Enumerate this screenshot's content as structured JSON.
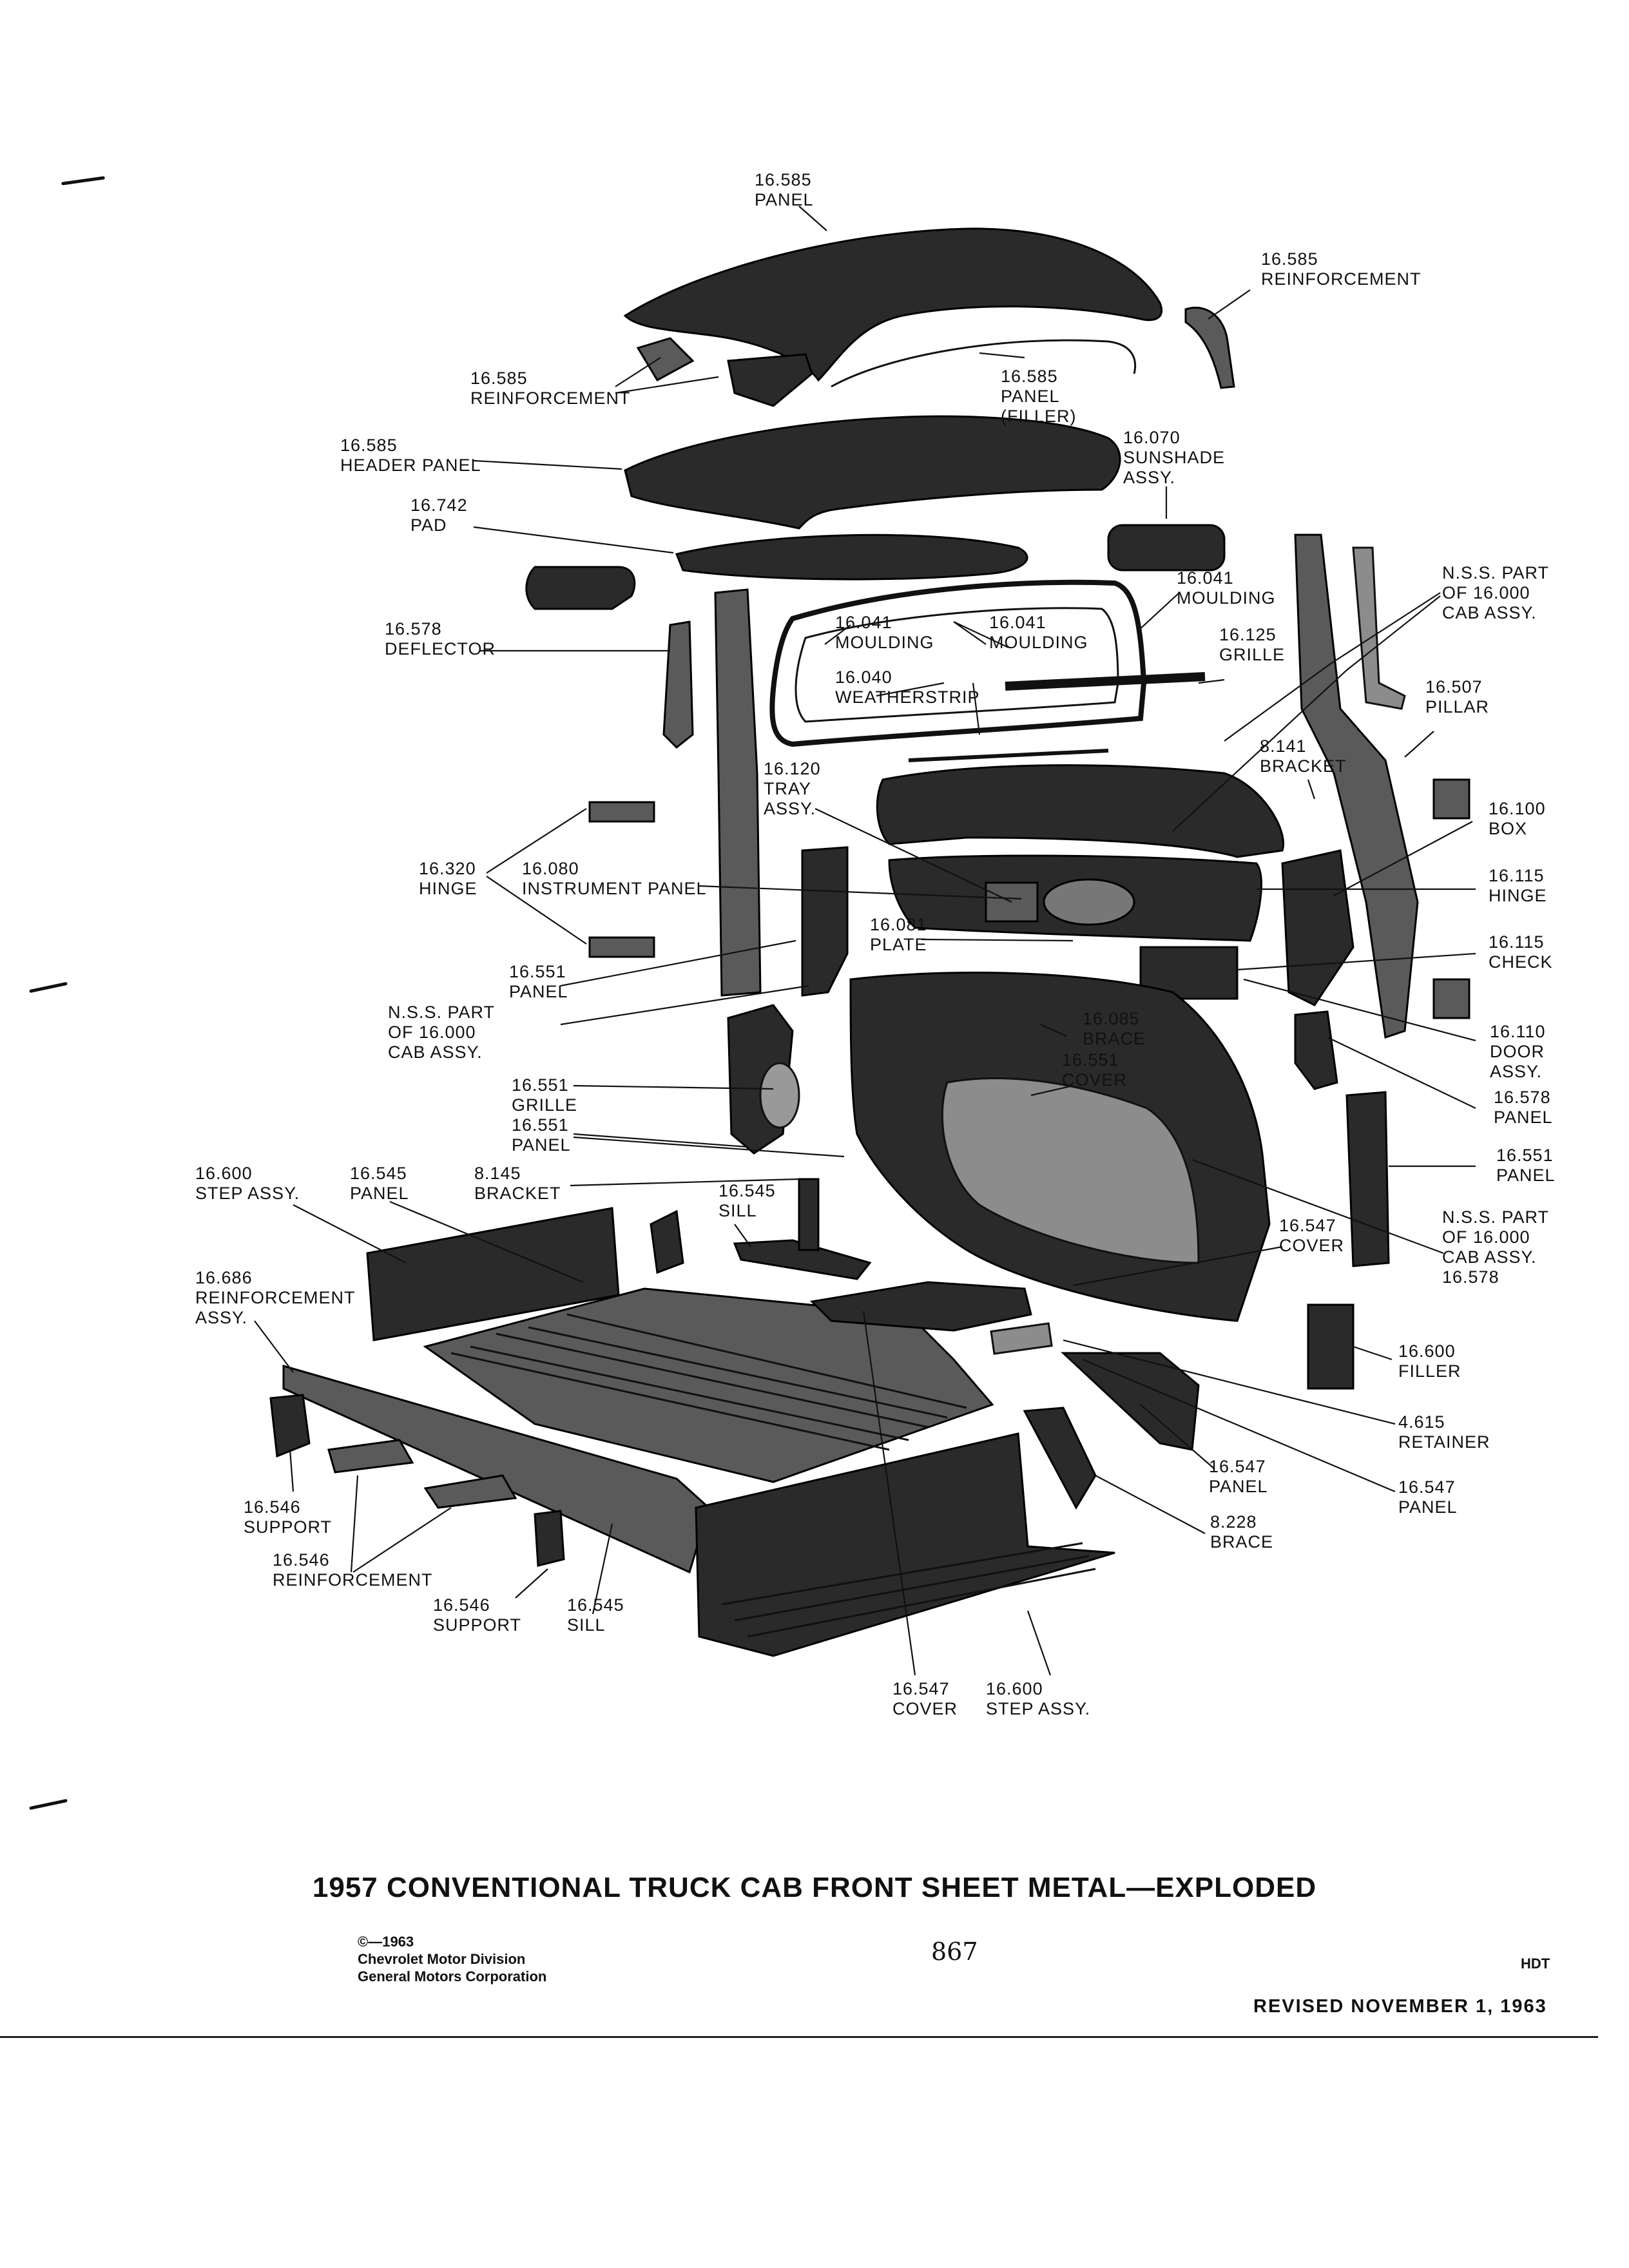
{
  "title": "1957 CONVENTIONAL TRUCK CAB FRONT SHEET METAL—EXPLODED",
  "copyright_lines": [
    "©—1963",
    "Chevrolet Motor Division",
    "General Motors Corporation"
  ],
  "page_number": "867",
  "code": "HDT",
  "revised": "REVISED NOVEMBER 1, 1963",
  "callouts": [
    {
      "id": "roof-panel",
      "lines": [
        "16.585",
        "PANEL"
      ]
    },
    {
      "id": "roof-reinforcement-right",
      "lines": [
        "16.585",
        "REINFORCEMENT"
      ]
    },
    {
      "id": "roof-reinforcement-left",
      "lines": [
        "16.585",
        "REINFORCEMENT"
      ]
    },
    {
      "id": "panel-filler",
      "lines": [
        "16.585",
        "PANEL",
        "(FILLER)"
      ]
    },
    {
      "id": "header-panel",
      "lines": [
        "16.585",
        "HEADER PANEL"
      ]
    },
    {
      "id": "sunshade",
      "lines": [
        "16.070",
        "SUNSHADE",
        "ASSY."
      ]
    },
    {
      "id": "pad",
      "lines": [
        "16.742",
        "PAD"
      ]
    },
    {
      "id": "nss-top",
      "lines": [
        "N.S.S. PART",
        "OF 16.000",
        "CAB ASSY."
      ]
    },
    {
      "id": "moulding-right",
      "lines": [
        "16.041",
        "MOULDING"
      ]
    },
    {
      "id": "deflector",
      "lines": [
        "16.578",
        "DEFLECTOR"
      ]
    },
    {
      "id": "moulding-inner-left",
      "lines": [
        "16.041",
        "MOULDING"
      ]
    },
    {
      "id": "moulding-inner-right",
      "lines": [
        "16.041",
        "MOULDING"
      ]
    },
    {
      "id": "grille-upper",
      "lines": [
        "16.125",
        "GRILLE"
      ]
    },
    {
      "id": "weatherstrip",
      "lines": [
        "16.040",
        "WEATHERSTRIP"
      ]
    },
    {
      "id": "pillar",
      "lines": [
        "16.507",
        "PILLAR"
      ]
    },
    {
      "id": "bracket-8141",
      "lines": [
        "8.141",
        "BRACKET"
      ]
    },
    {
      "id": "tray",
      "lines": [
        "16.120",
        "TRAY",
        "ASSY."
      ]
    },
    {
      "id": "box",
      "lines": [
        "16.100",
        "BOX"
      ]
    },
    {
      "id": "hinge-left",
      "lines": [
        "16.320",
        "HINGE"
      ]
    },
    {
      "id": "instrument-panel",
      "lines": [
        "16.080",
        "INSTRUMENT PANEL"
      ]
    },
    {
      "id": "hinge-right",
      "lines": [
        "16.115",
        "HINGE"
      ]
    },
    {
      "id": "plate",
      "lines": [
        "16.081",
        "PLATE"
      ]
    },
    {
      "id": "check",
      "lines": [
        "16.115",
        "CHECK"
      ]
    },
    {
      "id": "panel-16551-a",
      "lines": [
        "16.551",
        "PANEL"
      ]
    },
    {
      "id": "nss-mid",
      "lines": [
        "N.S.S. PART",
        "OF 16.000",
        "CAB ASSY."
      ]
    },
    {
      "id": "brace-16085",
      "lines": [
        "16.085",
        "BRACE"
      ]
    },
    {
      "id": "door",
      "lines": [
        "16.110",
        "DOOR",
        "ASSY."
      ]
    },
    {
      "id": "cover-16551",
      "lines": [
        "16.551",
        "COVER"
      ]
    },
    {
      "id": "grille-16551",
      "lines": [
        "16.551",
        "GRILLE"
      ]
    },
    {
      "id": "panel-16578",
      "lines": [
        "16.578",
        "PANEL"
      ]
    },
    {
      "id": "panel-16551-b",
      "lines": [
        "16.551",
        "PANEL"
      ]
    },
    {
      "id": "panel-16551-c",
      "lines": [
        "16.551",
        "PANEL"
      ]
    },
    {
      "id": "step-left",
      "lines": [
        "16.600",
        "STEP ASSY."
      ]
    },
    {
      "id": "panel-16545",
      "lines": [
        "16.545",
        "PANEL"
      ]
    },
    {
      "id": "bracket-8145",
      "lines": [
        "8.145",
        "BRACKET"
      ]
    },
    {
      "id": "sill-upper",
      "lines": [
        "16.545",
        "SILL"
      ]
    },
    {
      "id": "nss-lower",
      "lines": [
        "N.S.S. PART",
        "OF 16.000",
        "CAB ASSY.",
        "16.578"
      ]
    },
    {
      "id": "cover-16547-right",
      "lines": [
        "16.547",
        "COVER"
      ]
    },
    {
      "id": "reinf-16686",
      "lines": [
        "16.686",
        "REINFORCEMENT",
        "ASSY."
      ]
    },
    {
      "id": "filler-16600",
      "lines": [
        "16.600",
        "FILLER"
      ]
    },
    {
      "id": "retainer",
      "lines": [
        "4.615",
        "RETAINER"
      ]
    },
    {
      "id": "panel-16547-a",
      "lines": [
        "16.547",
        "PANEL"
      ]
    },
    {
      "id": "panel-16547-b",
      "lines": [
        "16.547",
        "PANEL"
      ]
    },
    {
      "id": "support-left",
      "lines": [
        "16.546",
        "SUPPORT"
      ]
    },
    {
      "id": "brace-8228",
      "lines": [
        "8.228",
        "BRACE"
      ]
    },
    {
      "id": "reinf-16546",
      "lines": [
        "16.546",
        "REINFORCEMENT"
      ]
    },
    {
      "id": "support-bottom",
      "lines": [
        "16.546",
        "SUPPORT"
      ]
    },
    {
      "id": "sill-lower",
      "lines": [
        "16.545",
        "SILL"
      ]
    },
    {
      "id": "cover-bottom",
      "lines": [
        "16.547",
        "COVER"
      ]
    },
    {
      "id": "step-bottom",
      "lines": [
        "16.600",
        "STEP ASSY."
      ]
    }
  ]
}
